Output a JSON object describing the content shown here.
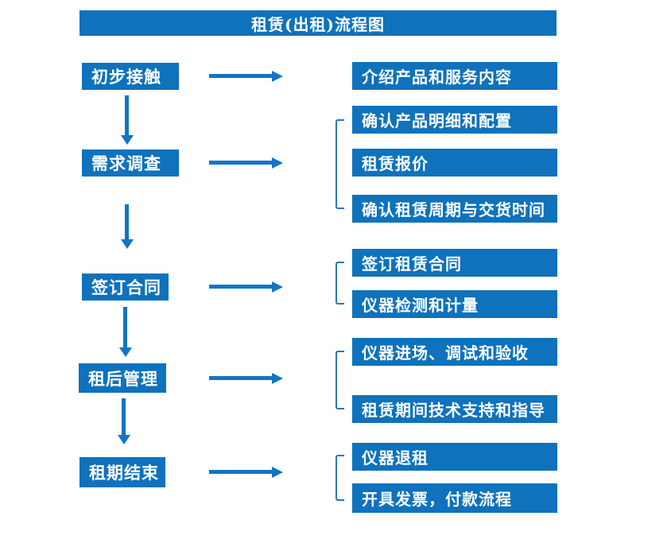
{
  "title": "租赁(出租)流程图",
  "colors": {
    "box_blue": "#0E72BC",
    "arrow_blue": "#1374C4",
    "bracket_blue": "#2E75B6",
    "text_white": "#FFFFFF",
    "background": "#FFFFFF"
  },
  "rows": [
    {
      "step": "初步接触",
      "details": [
        "介绍产品和服务内容"
      ]
    },
    {
      "step": "需求调查",
      "details": [
        "确认产品明细和配置",
        "租赁报价",
        "确认租赁周期与交货时间"
      ]
    },
    {
      "step": "签订合同",
      "details": [
        "签订租赁合同",
        "仪器检测和计量"
      ]
    },
    {
      "step": "租后管理",
      "details": [
        "仪器进场、调试和验收",
        "租赁期间技术支持和指导"
      ]
    },
    {
      "step": "租期结束",
      "details": [
        "仪器退租",
        "开具发票，付款流程"
      ]
    }
  ]
}
